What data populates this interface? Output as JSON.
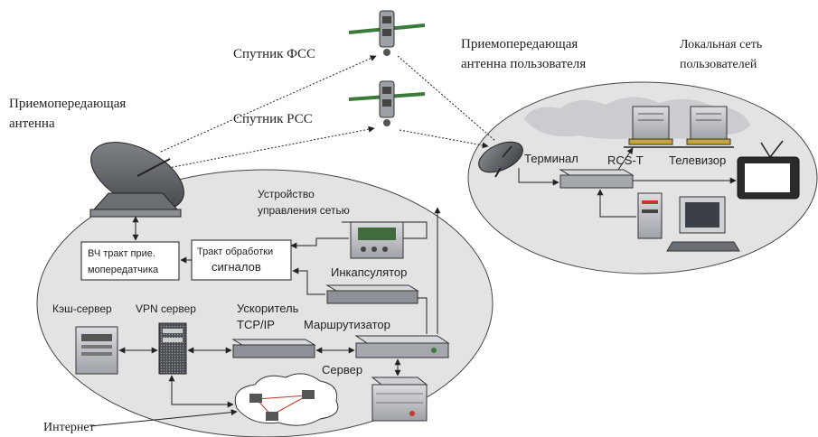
{
  "labels": {
    "sat_fss": "Спутник ФСС",
    "sat_pss": "Спутник РСС",
    "hub_antenna_line1": "Приемопередающая",
    "hub_antenna_line2": "антенна",
    "user_antenna_line1": "Приемопередающая",
    "user_antenna_line2": "антенна пользователя",
    "lan_line1": "Локальная сеть",
    "lan_line2": "пользователей",
    "terminal": "Терминал",
    "rcs": "RCS-T",
    "tv": "Телевизор",
    "nms_line1": "Устройство",
    "nms_line2": "управления сетью",
    "rf_line1": "ВЧ тракт прие.",
    "rf_line2": "мопередатчика",
    "sigproc_line1": "Тракт обработки",
    "sigproc_line2": "сигналов",
    "encapsulator": "Инкапсулятор",
    "cache": "Кэш-сервер",
    "vpn": "VPN сервер",
    "accel_line1": "Ускоритель",
    "accel_line2": "TCP/IP",
    "router": "Маршрутизатор",
    "server": "Сервер",
    "internet": "Интернет"
  },
  "colors": {
    "ellipse": "#e3e3e3",
    "stroke": "#222222",
    "device_face": "#c8cad0",
    "device_dark": "#55585e",
    "satellite_green": "#3c7a3c",
    "cloud": "#bfc2c6",
    "screen": "#5a8ab8",
    "red_accent": "#c0392b"
  }
}
